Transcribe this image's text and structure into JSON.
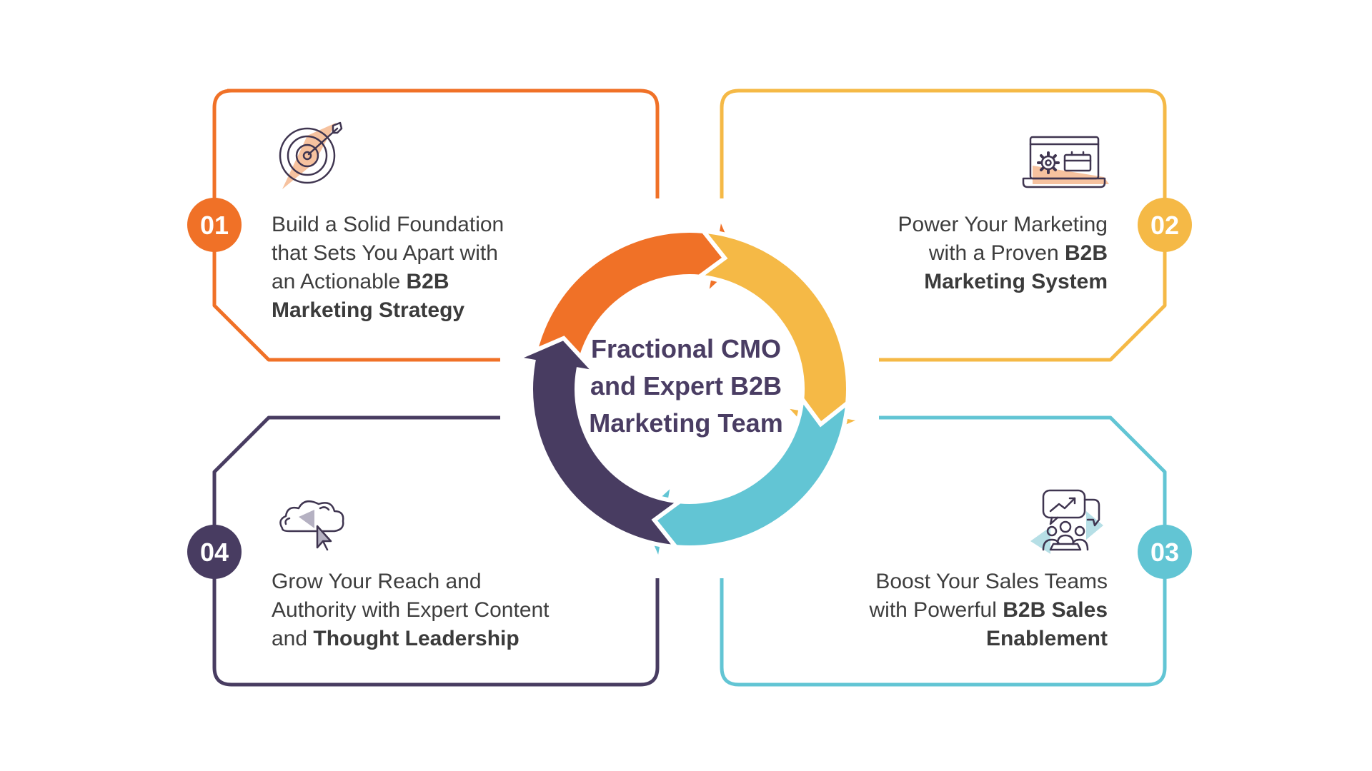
{
  "center": {
    "line1": "Fractional CMO",
    "line2": "and Expert B2B",
    "line3": "Marketing Team"
  },
  "steps": [
    {
      "number": "01",
      "color": "#f07127",
      "icon": "target-arrow-icon",
      "lines": [
        {
          "plain": "Build a Solid Foundation",
          "bold": ""
        },
        {
          "plain": "that Sets You Apart with",
          "bold": ""
        },
        {
          "plain": "an Actionable ",
          "bold": "B2B"
        },
        {
          "plain": "",
          "bold": "Marketing Strategy"
        }
      ]
    },
    {
      "number": "02",
      "color": "#f5b946",
      "icon": "laptop-gear-icon",
      "lines": [
        {
          "plain": "Power Your Marketing",
          "bold": ""
        },
        {
          "plain": "with a Proven ",
          "bold": "B2B"
        },
        {
          "plain": "",
          "bold": "Marketing System"
        }
      ]
    },
    {
      "number": "03",
      "color": "#62c5d4",
      "icon": "team-meeting-icon",
      "lines": [
        {
          "plain": "Boost Your Sales Teams",
          "bold": ""
        },
        {
          "plain": "with Powerful ",
          "bold": "B2B Sales"
        },
        {
          "plain": "",
          "bold": "Enablement"
        }
      ]
    },
    {
      "number": "04",
      "color": "#483c61",
      "icon": "cloud-cursor-icon",
      "lines": [
        {
          "plain": "Grow Your Reach and",
          "bold": ""
        },
        {
          "plain": "Authority with Expert Content",
          "bold": ""
        },
        {
          "plain": "and ",
          "bold": "Thought Leadership"
        }
      ]
    }
  ]
}
